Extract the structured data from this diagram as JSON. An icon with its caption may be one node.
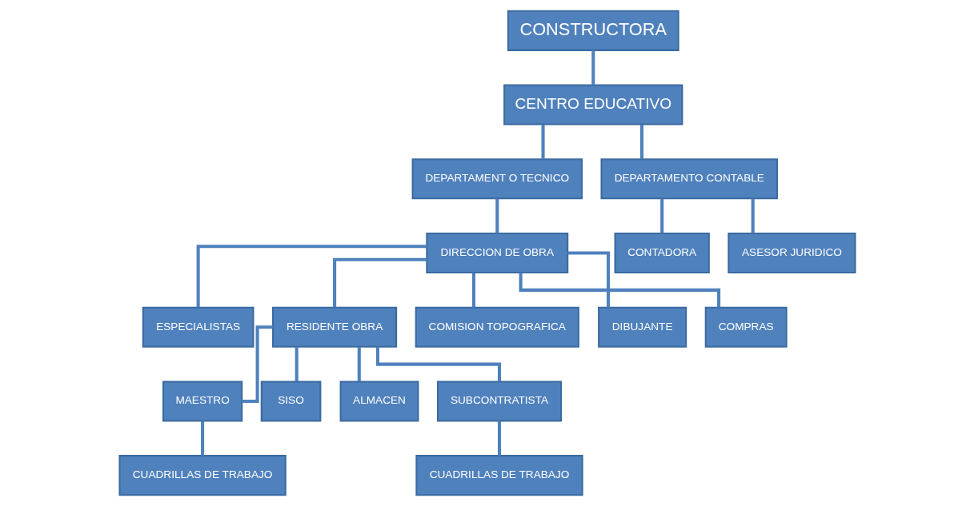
{
  "diagram": {
    "nodes": [
      {
        "text": [
          "CONSTRUCTORA"
        ]
      },
      {
        "text": [
          "CENTRO EDUCATIVO"
        ]
      },
      {
        "text": [
          "DEPARTAMENT O TECNICO"
        ]
      },
      {
        "text": [
          "DEPARTAMENTO CONTABLE"
        ]
      },
      {
        "text": [
          "DIRECCION DE OBRA"
        ]
      },
      {
        "text": [
          "CONTADORA"
        ]
      },
      {
        "text": [
          "ASESOR JURIDICO"
        ]
      },
      {
        "text": [
          "ESPECIALISTAS"
        ]
      },
      {
        "text": [
          "RESIDENTE OBRA"
        ]
      },
      {
        "text": [
          "COMISION TOPOGRAFICA"
        ]
      },
      {
        "text": [
          "DIBUJANTE"
        ]
      },
      {
        "text": [
          "COMPRAS"
        ]
      },
      {
        "text": [
          "MAESTRO"
        ]
      },
      {
        "text": [
          "SISO"
        ]
      },
      {
        "text": [
          "ALMACEN"
        ]
      },
      {
        "text": [
          "SUBCONTRATISTA"
        ]
      },
      {
        "text": [
          "CUADRILLAS DE TRABAJO"
        ]
      },
      {
        "text": [
          "CUADRILLAS DE TRABAJO"
        ]
      }
    ],
    "edges": [
      {
        "from": 0,
        "to": 1,
        "arrow": "none"
      },
      {
        "from": 1,
        "to": 2,
        "arrow": "none"
      },
      {
        "from": 1,
        "to": 3,
        "arrow": "none"
      },
      {
        "from": 2,
        "to": 4,
        "arrow": "none"
      },
      {
        "from": 3,
        "to": 5,
        "arrow": "none"
      },
      {
        "from": 3,
        "to": 6,
        "arrow": "none"
      },
      {
        "from": 4,
        "to": 7,
        "arrow": "none"
      },
      {
        "from": 4,
        "to": 8,
        "arrow": "none"
      },
      {
        "from": 4,
        "to": 9,
        "arrow": "none"
      },
      {
        "from": 4,
        "to": 10,
        "arrow": "none"
      },
      {
        "from": 4,
        "to": 11,
        "arrow": "none"
      },
      {
        "from": 8,
        "to": 12,
        "arrow": "none"
      },
      {
        "from": 8,
        "to": 13,
        "arrow": "none"
      },
      {
        "from": 8,
        "to": 14,
        "arrow": "none"
      },
      {
        "from": 8,
        "to": 15,
        "arrow": "none"
      },
      {
        "from": 12,
        "to": 16,
        "arrow": "none"
      },
      {
        "from": 15,
        "to": 17,
        "arrow": "none"
      }
    ]
  }
}
